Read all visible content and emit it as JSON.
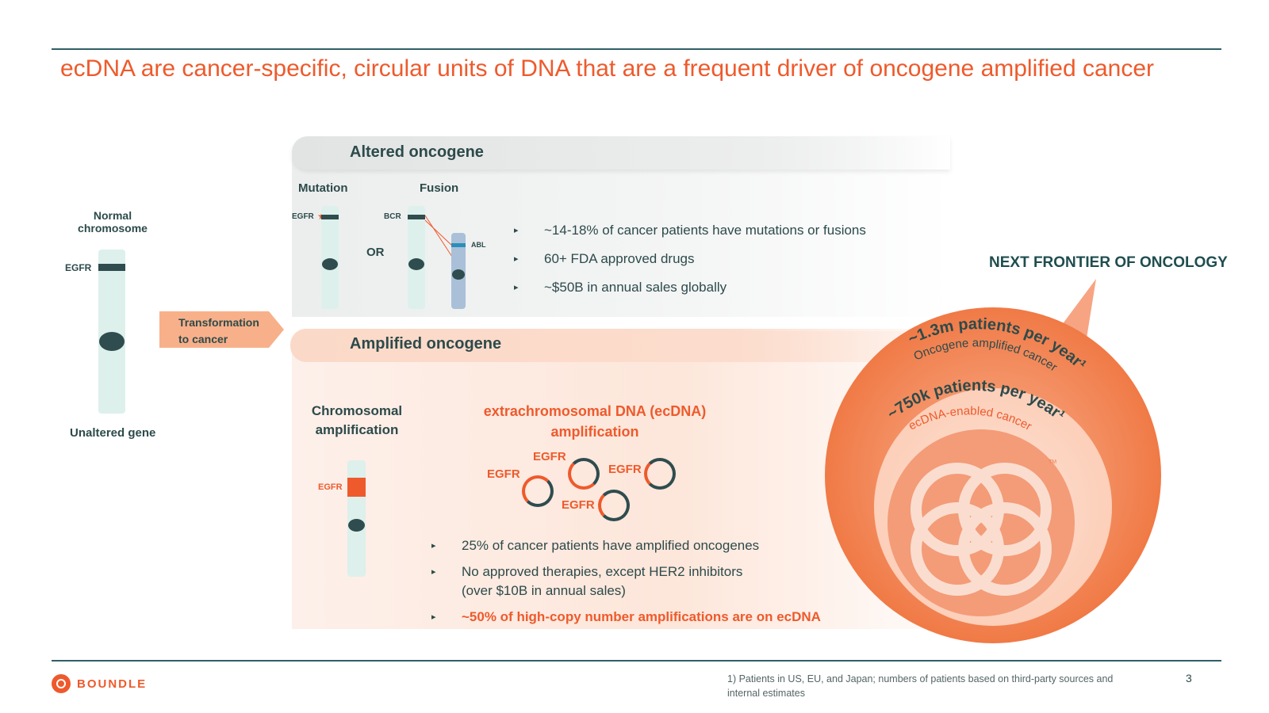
{
  "title": "ecDNA are cancer-specific, circular units of DNA that are a frequent driver of oncogene amplified cancer",
  "normal": {
    "label": "Normal\nchromosome",
    "gene": "EGFR",
    "caption": "Unaltered gene",
    "arrow_label": "Transformation\nto cancer"
  },
  "altered": {
    "header": "Altered oncogene",
    "mutation_label": "Mutation",
    "fusion_label": "Fusion",
    "or_label": "OR",
    "mutation_gene": "EGFR",
    "fusion_gene_1": "BCR",
    "fusion_gene_2": "ABL",
    "bullets": [
      "~14-18% of cancer patients have mutations or fusions",
      "60+ FDA approved drugs",
      "~$50B in annual sales globally"
    ]
  },
  "amplified": {
    "header": "Amplified oncogene",
    "chromosomal_label": "Chromosomal\namplification",
    "chromosomal_gene": "EGFR",
    "ecdna_label": "extrachromosomal DNA (ecDNA)\namplification",
    "ecdna_genes": [
      "EGFR",
      "EGFR",
      "EGFR",
      "EGFR"
    ],
    "bullets": [
      "25% of cancer patients have amplified oncogenes",
      "No approved therapies, except HER2 inhibitors\n(over $10B in annual sales)",
      "~50% of high-copy number amplifications are on ecDNA"
    ]
  },
  "frontier": {
    "heading": "NEXT FRONTIER OF ONCOLOGY",
    "outer_stat": "~1.3m patients per year¹",
    "outer_sub": "Oncogene amplified cancer",
    "inner_stat": "~750k patients per year¹",
    "inner_sub": "ecDNA-enabled cancer",
    "tm": "TM"
  },
  "footer": {
    "logo_text": "BOUNDLESS",
    "footnote": "1) Patients in US, EU, and Japan; numbers of patients based on third-party sources and internal estimates",
    "page_number": "3"
  },
  "colors": {
    "accent": "#ee5a2c",
    "teal_dark": "#2f4c4e",
    "chromosome": "#ddf0ec"
  }
}
